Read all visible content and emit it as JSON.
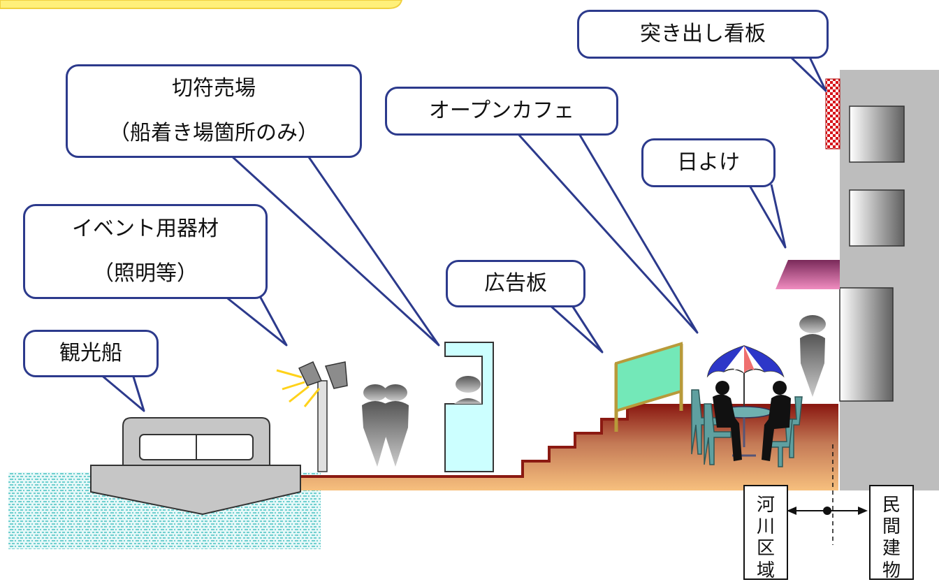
{
  "callouts": {
    "tsukidashi": "突き出し看板",
    "kippu": {
      "line1": "切符売場",
      "line2": "（船着き場箇所のみ）"
    },
    "cafe": "オープンカフェ",
    "hiyoke": "日よけ",
    "event": {
      "line1": "イベント用器材",
      "line2": "（照明等）"
    },
    "koukoku": "広告板",
    "kankousen": "観光船"
  },
  "zones": {
    "river": [
      "河",
      "川",
      "区",
      "域"
    ],
    "private": [
      "民",
      "間",
      "建",
      "物"
    ]
  },
  "colors": {
    "callout_border": "#2c3a8c",
    "ground_top": "#8b1a12",
    "ground_bottom": "#f7c07e",
    "water": "#7fd6d6",
    "awning": "#e76aa8",
    "billboard": "#73e8b8",
    "booth": "#ccffff",
    "banner_top_bar": "#fff07a"
  },
  "icons": [
    "boat-icon",
    "floodlight-icon",
    "person-silhouette-icon",
    "umbrella-icon",
    "table-icon",
    "chair-icon",
    "double-arrow-icon"
  ]
}
